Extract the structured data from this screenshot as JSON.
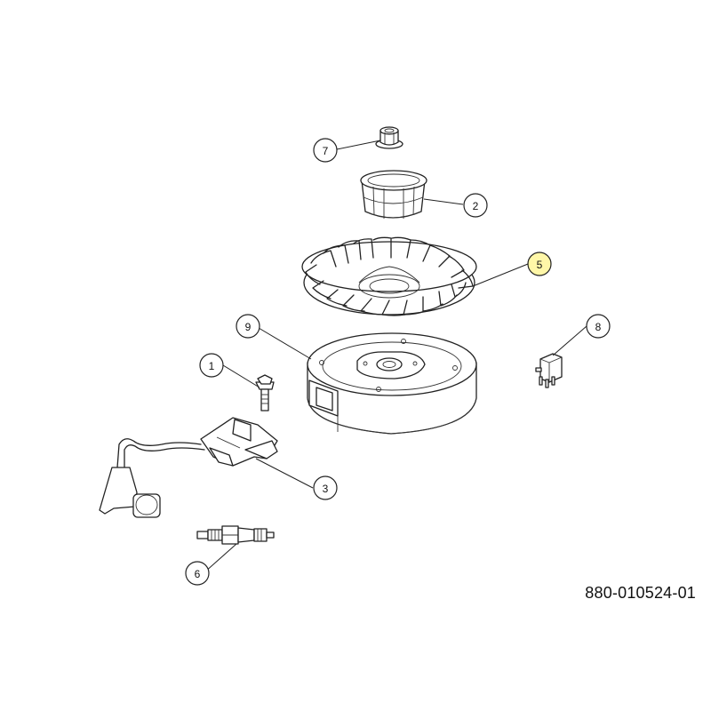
{
  "diagram": {
    "document_number": "880-010524-01",
    "highlight_color": "#fff7a8",
    "callouts": [
      {
        "id": "1",
        "label": "1"
      },
      {
        "id": "2",
        "label": "2"
      },
      {
        "id": "3",
        "label": "3"
      },
      {
        "id": "5",
        "label": "5",
        "highlighted": true
      },
      {
        "id": "6",
        "label": "6"
      },
      {
        "id": "7",
        "label": "7"
      },
      {
        "id": "8",
        "label": "8"
      },
      {
        "id": "9",
        "label": "9"
      }
    ]
  }
}
